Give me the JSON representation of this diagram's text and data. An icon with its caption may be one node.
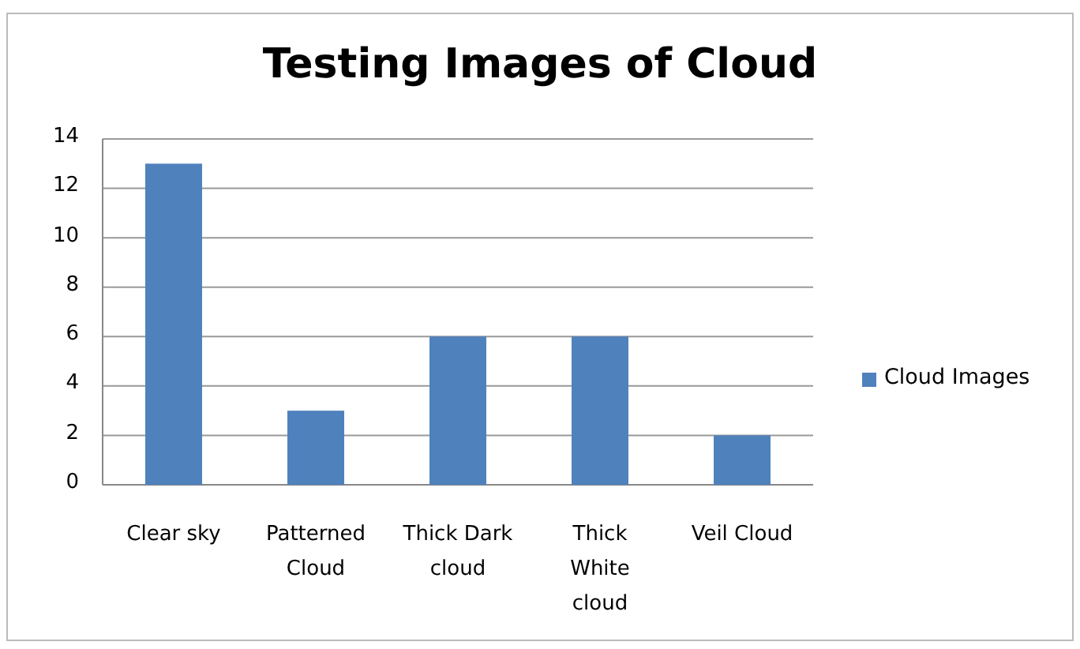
{
  "diagram": {
    "title": "Testing Images of Cloud",
    "legend": [
      {
        "text": "Cloud Images",
        "color": "#4f81bd"
      }
    ],
    "chart_data": {
      "type": "bar",
      "categories": [
        "Clear sky",
        "Patterned Cloud",
        "Thick Dark cloud",
        "Thick White cloud",
        "Veil Cloud"
      ],
      "series": [
        {
          "color": "#4f81bd",
          "values": [
            13,
            3,
            6,
            6,
            2
          ]
        }
      ],
      "ylim": [
        0,
        14
      ],
      "grid": true,
      "yticks": [
        0,
        2,
        4,
        6,
        8,
        10,
        12,
        14
      ]
    }
  }
}
